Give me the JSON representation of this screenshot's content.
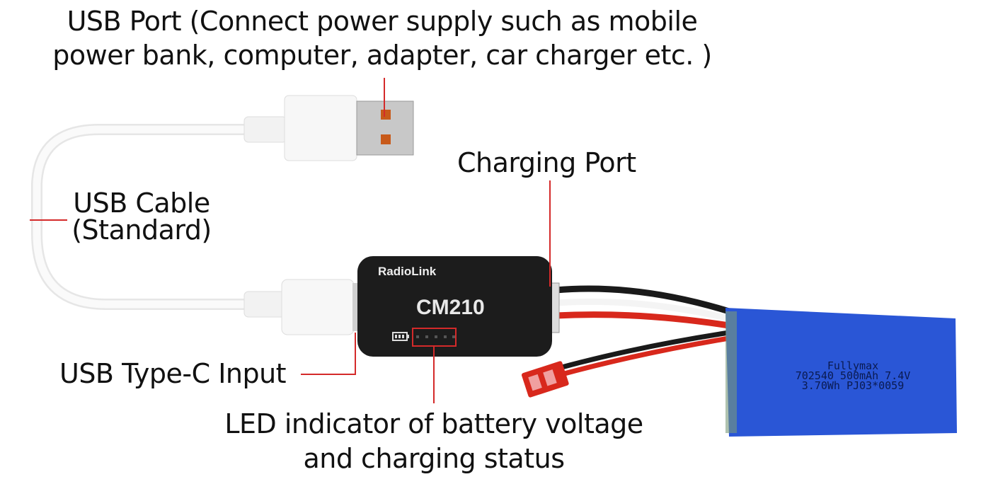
{
  "labels": {
    "usb_port": [
      "USB Port (Connect power supply such as mobile",
      "power bank, computer, adapter, car charger etc. )"
    ],
    "charging_port": "Charging Port",
    "usb_cable": [
      "USB Cable",
      "(Standard)"
    ],
    "type_c_input": "USB Type-C Input",
    "led_indicator": [
      "LED indicator of battery voltage",
      "and charging status"
    ]
  },
  "device": {
    "brand": "RadioLink",
    "model": "CM210"
  },
  "battery": {
    "lines": [
      "Fullymax",
      "702540 500mAh 7.4V",
      "3.70Wh PJ03*0059"
    ]
  },
  "colors": {
    "leader_line": "#d42a2a",
    "module_body": "#1c1c1c",
    "battery_blue": "#2a56d6",
    "wire_red": "#d8281c"
  }
}
